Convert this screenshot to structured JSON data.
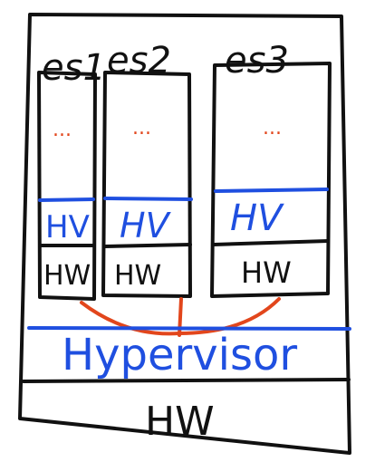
{
  "guests": [
    {
      "name": "es1",
      "ellipsis": "...",
      "hv_label": "HV",
      "hw_label": "HW"
    },
    {
      "name": "es2",
      "ellipsis": "...",
      "hv_label": "HV",
      "hw_label": "HW"
    },
    {
      "name": "es3",
      "ellipsis": "...",
      "hv_label": "HV",
      "hw_label": "HW"
    }
  ],
  "host": {
    "hypervisor_label": "Hypervisor",
    "hw_label": "HW"
  },
  "colors": {
    "ink": "#111111",
    "blue": "#1f4fe0",
    "red": "#e2461c"
  }
}
